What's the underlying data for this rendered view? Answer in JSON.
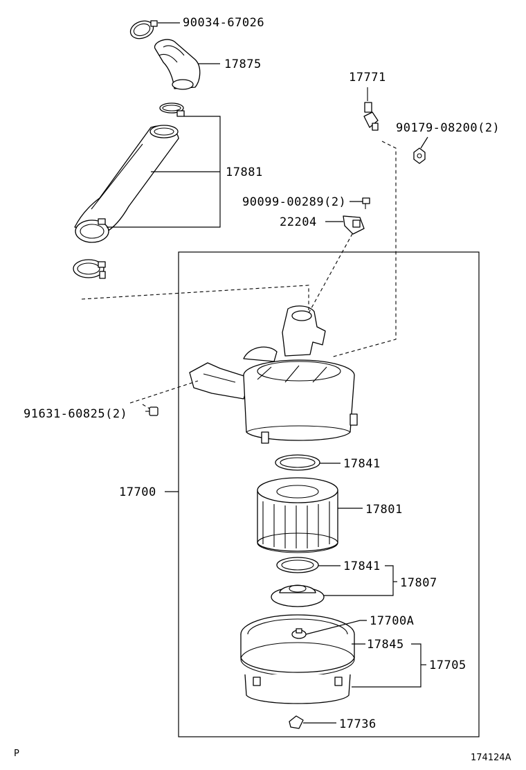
{
  "labels": {
    "p90034": "90034-67026",
    "p17875": "17875",
    "p17771": "17771",
    "p90179": "90179-08200(2)",
    "p17881": "17881",
    "p90099": "90099-00289(2)",
    "p22204": "22204",
    "p91631": "91631-60825(2)",
    "p17841a": "17841",
    "p17700": "17700",
    "p17801": "17801",
    "p17841b": "17841",
    "p17807": "17807",
    "p17700A": "17700A",
    "p17845": "17845",
    "p17705": "17705",
    "p17736": "17736"
  },
  "corner_left": "P",
  "corner_right": "174124A"
}
